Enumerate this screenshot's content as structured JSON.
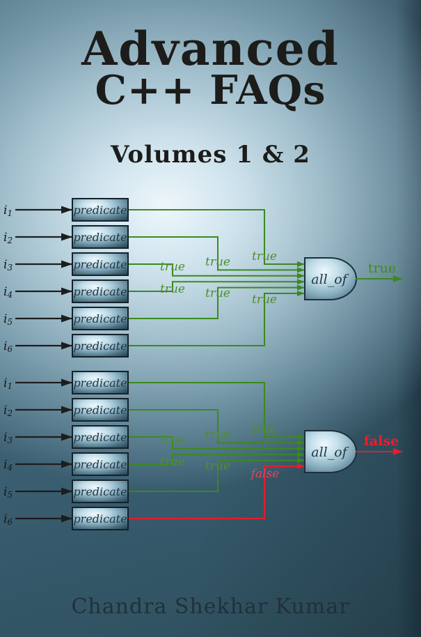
{
  "cover": {
    "title_line1": "Advanced",
    "title_line2": "C++ FAQs",
    "subtitle": "Volumes 1 & 2",
    "author": "Chandra Shekhar Kumar"
  },
  "gate_label": "all_of",
  "predicate_label": "predicate",
  "inputs": [
    {
      "base": "i",
      "sub": "1"
    },
    {
      "base": "i",
      "sub": "2"
    },
    {
      "base": "i",
      "sub": "3"
    },
    {
      "base": "i",
      "sub": "4"
    },
    {
      "base": "i",
      "sub": "5"
    },
    {
      "base": "i",
      "sub": "6"
    }
  ],
  "diagram_top": {
    "wire_labels": [
      "true",
      "true",
      "true",
      "true",
      "true",
      "true"
    ],
    "output_label": "true"
  },
  "diagram_bottom": {
    "wire_labels": [
      "true",
      "true",
      "true",
      "true",
      "true",
      "false"
    ],
    "output_label": "false"
  },
  "colors": {
    "wire_green": "#3a8a1c",
    "wire_red": "#e91c2c",
    "label_green": "#4d8f2e",
    "label_red_italic": "#e8435a",
    "output_red": "#ee1b2d",
    "title_ink": "#1c1c1a",
    "background_center": "#e3f3fa",
    "background_edge": "#2e4d5a"
  }
}
